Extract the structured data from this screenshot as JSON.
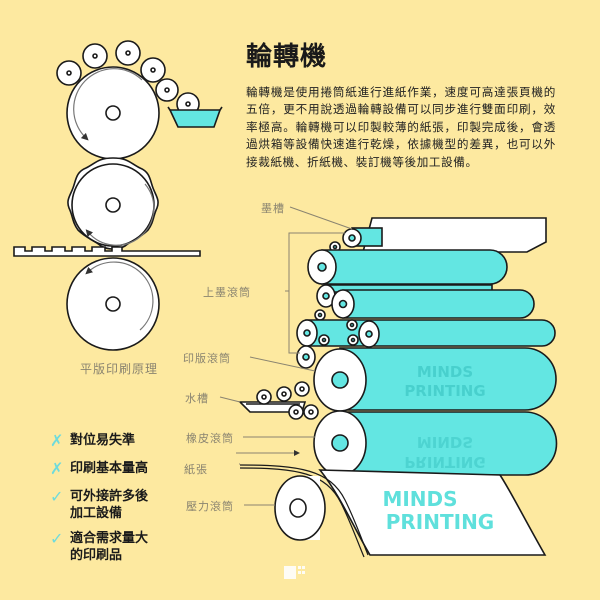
{
  "title": "輪轉機",
  "description": "輪轉機是使用捲筒紙進行進紙作業，速度可高達張頁機的五倍，更不用說透過輪轉設備可以同步進行雙面印刷，效率極高。輪轉機可以印製較薄的紙張，印製完成後，會透過烘箱等設備快速進行乾燥，依據機型的差異，也可以外接裁紙機、折紙機、裝訂機等後加工設備。",
  "left_diagram": {
    "caption": "平版印刷原理"
  },
  "features": [
    {
      "mark": "✗",
      "icon": "cross-icon",
      "lines": [
        "對位易失準"
      ]
    },
    {
      "mark": "✗",
      "icon": "cross-icon",
      "lines": [
        "印刷基本量高"
      ]
    },
    {
      "mark": "✓",
      "icon": "check-icon",
      "lines": [
        "可外接許多後",
        "加工設備"
      ]
    },
    {
      "mark": "✓",
      "icon": "check-icon",
      "lines": [
        "適合需求量大",
        "的印刷品"
      ]
    }
  ],
  "labels": {
    "ink_tank": "墨槽",
    "ink_roller": "上墨滾筒",
    "plate_cylinder": "印版滾筒",
    "water_tank": "水槽",
    "blanket_cylinder": "橡皮滾筒",
    "paper": "紙張",
    "impression_cylinder": "壓力滾筒"
  },
  "watermarks": {
    "plate": [
      "MINDS",
      "PRINTING"
    ],
    "blanket": [
      "MINDS",
      "PRINTING"
    ],
    "paper": [
      "MINDS",
      "PRINTING"
    ]
  },
  "colors": {
    "background": "#fde9a0",
    "cyan": "#63e6e2",
    "outline": "#1a1a1a",
    "label": "#8a8470"
  }
}
